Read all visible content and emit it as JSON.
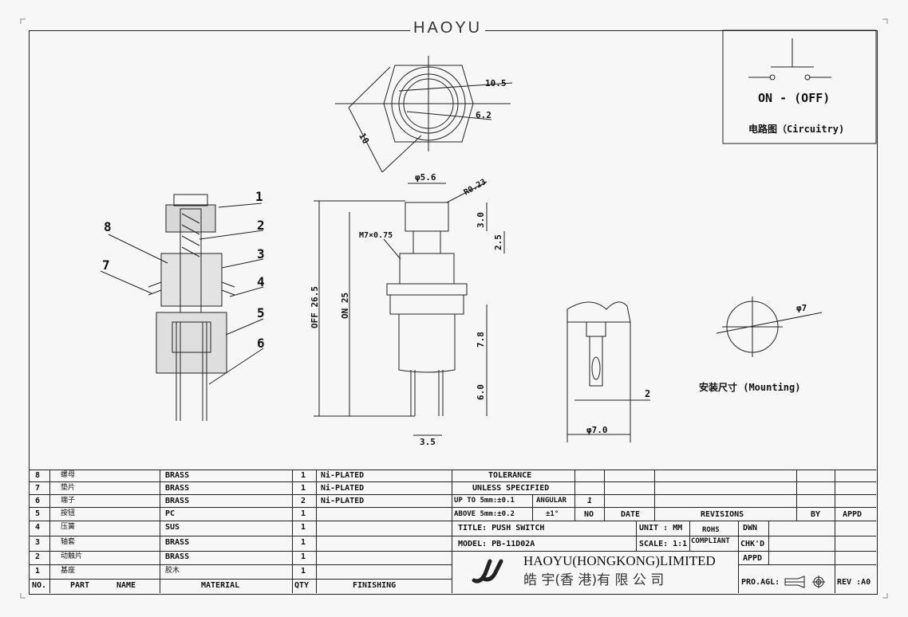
{
  "brand": "HAOYU",
  "dims": {
    "hex_outer": "10.5",
    "hex_inner": "6.2",
    "hex_flat": "10",
    "cap_dia": "φ5.6",
    "radius": "R0.23",
    "thread": "M7×0.75",
    "cap_h": "3.0",
    "stroke": "2.5",
    "off_len": "OFF 26.5",
    "on_len": "ON 25",
    "body_h": "7.8",
    "pin_h": "6.0",
    "pin_pitch": "3.5",
    "side_dia": "φ7.0",
    "side_thick": "2",
    "hole_dia": "φ7"
  },
  "callouts": [
    "1",
    "2",
    "3",
    "4",
    "5",
    "6",
    "7",
    "8"
  ],
  "circuit": {
    "state": "ON  -  (OFF)",
    "caption": "电路图（Circuitry)"
  },
  "mounting": "安装尺寸  (Mounting)",
  "bom": {
    "headers": {
      "no": "NO.",
      "part": "PART",
      "name": "NAME",
      "material": "MATERIAL",
      "qty": "QTY",
      "finishing": "FINISHING"
    },
    "rows": [
      {
        "no": "8",
        "part": "螺母",
        "material": "BRASS",
        "qty": "1",
        "finishing": "Ni-PLATED"
      },
      {
        "no": "7",
        "part": "垫片",
        "material": "BRASS",
        "qty": "1",
        "finishing": "Ni-PLATED"
      },
      {
        "no": "6",
        "part": "端子",
        "material": "BRASS",
        "qty": "2",
        "finishing": "Ni-PLATED"
      },
      {
        "no": "5",
        "part": "按钮",
        "material": "PC",
        "qty": "1",
        "finishing": ""
      },
      {
        "no": "4",
        "part": "压簧",
        "material": "SUS",
        "qty": "1",
        "finishing": ""
      },
      {
        "no": "3",
        "part": "轴套",
        "material": "BRASS",
        "qty": "1",
        "finishing": ""
      },
      {
        "no": "2",
        "part": "动触片",
        "material": "BRASS",
        "qty": "1",
        "finishing": ""
      },
      {
        "no": "1",
        "part": "基座",
        "material": "胶木",
        "qty": "1",
        "finishing": ""
      }
    ]
  },
  "tolerance": {
    "title": "TOLERANCE",
    "sub": "UNLESS  SPECIFIED",
    "upto": "UP TO 5mm:±0.1",
    "above": "ABOVE 5mm:±0.2",
    "angular": "ANGULAR",
    "angular_val": "±1°"
  },
  "revision": {
    "mark": "1",
    "no": "NO",
    "date": "DATE",
    "revisions": "REVISIONS",
    "by": "BY",
    "appd": "APPD"
  },
  "titleblock": {
    "title": "TITLE: PUSH  SWITCH",
    "model": "MODEL: PB-11D02A",
    "unit": "UNIT : MM",
    "scale": "SCALE: 1:1",
    "rohs": "ROHS",
    "compliant": "COMPLIANT",
    "dwn": "DWN",
    "chkd": "CHK'D",
    "appd": "APPD",
    "company_en": "HAOYU(HONGKONG)LIMITED",
    "company_cn": "皓 宇(香 港)有 限 公 司",
    "pro_agl": "PRO.AGL:",
    "rev": "REV :A0"
  }
}
